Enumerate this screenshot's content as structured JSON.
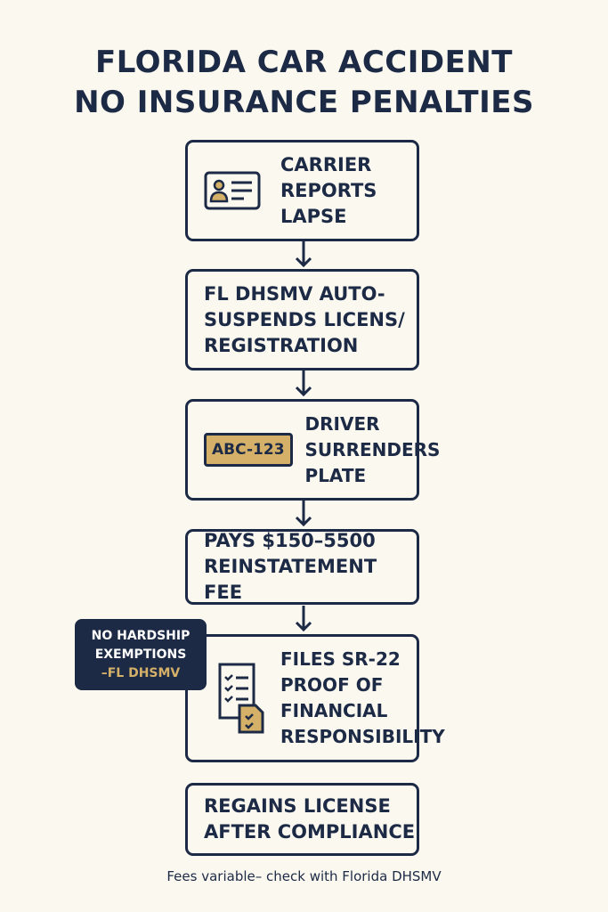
{
  "title": {
    "line1": "FLORIDA CAR ACCIDENT",
    "line2": "NO INSURANCE PENALTIES"
  },
  "steps": [
    {
      "text": "CARRIER REPORTS LAPSE",
      "icon": "id-card-icon"
    },
    {
      "text": "FL DHSMV AUTO-SUSPENDS LICENS/ REGISTRATION"
    },
    {
      "text": "DRIVER SURRENDERS PLATE",
      "plate": "ABC-123"
    },
    {
      "text": "PAYS $150–5500 REINSTATEMENT FEE"
    },
    {
      "text": "FILES SR-22 PROOF OF FINANCIAL RESPONSIBILITY",
      "icon": "checklist-document-icon"
    },
    {
      "text": "REGAINS LICENSE AFTER COMPLIANCE"
    }
  ],
  "callout": {
    "line1": "NO HARDSHIP",
    "line2": "EXEMPTIONS",
    "line3": "–FL DHSMV"
  },
  "footer": "Fees variable– check with Florida DHSMV",
  "colors": {
    "navy": "#1c2a45",
    "gold": "#d4b069",
    "background": "#fbf8f0"
  }
}
